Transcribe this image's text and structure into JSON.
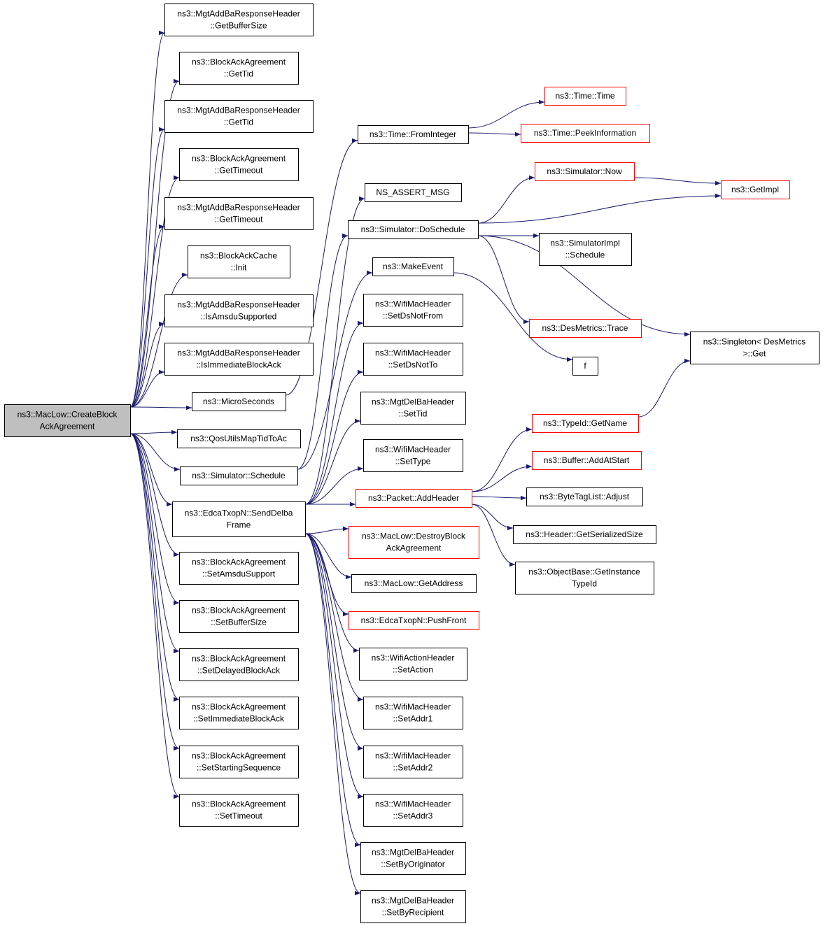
{
  "colors": {
    "edge": "#191970",
    "red_border": "#ff0000",
    "root_fill": "#bfbfbf"
  },
  "nodes": {
    "n0": {
      "lines": [
        "ns3::MacLow::CreateBlock",
        "AckAgreement"
      ],
      "style": "root"
    },
    "n1": {
      "lines": [
        "ns3::MgtAddBaResponseHeader",
        "::GetBufferSize"
      ]
    },
    "n2": {
      "lines": [
        "ns3::BlockAckAgreement",
        "::GetTid"
      ]
    },
    "n3": {
      "lines": [
        "ns3::MgtAddBaResponseHeader",
        "::GetTid"
      ]
    },
    "n4": {
      "lines": [
        "ns3::BlockAckAgreement",
        "::GetTimeout"
      ]
    },
    "n5": {
      "lines": [
        "ns3::MgtAddBaResponseHeader",
        "::GetTimeout"
      ]
    },
    "n6": {
      "lines": [
        "ns3::BlockAckCache",
        "::Init"
      ]
    },
    "n7": {
      "lines": [
        "ns3::MgtAddBaResponseHeader",
        "::IsAmsduSupported"
      ]
    },
    "n8": {
      "lines": [
        "ns3::MgtAddBaResponseHeader",
        "::IsImmediateBlockAck"
      ]
    },
    "n9": {
      "lines": [
        "ns3::MicroSeconds"
      ]
    },
    "n10": {
      "lines": [
        "ns3::QosUtilsMapTidToAc"
      ]
    },
    "n11": {
      "lines": [
        "ns3::Simulator::Schedule"
      ]
    },
    "n12": {
      "lines": [
        "ns3::EdcaTxopN::SendDelba",
        "Frame"
      ]
    },
    "n13": {
      "lines": [
        "ns3::BlockAckAgreement",
        "::SetAmsduSupport"
      ]
    },
    "n14": {
      "lines": [
        "ns3::BlockAckAgreement",
        "::SetBufferSize"
      ]
    },
    "n15": {
      "lines": [
        "ns3::BlockAckAgreement",
        "::SetDelayedBlockAck"
      ]
    },
    "n16": {
      "lines": [
        "ns3::BlockAckAgreement",
        "::SetImmediateBlockAck"
      ]
    },
    "n17": {
      "lines": [
        "ns3::BlockAckAgreement",
        "::SetStartingSequence"
      ]
    },
    "n18": {
      "lines": [
        "ns3::BlockAckAgreement",
        "::SetTimeout"
      ]
    },
    "n19": {
      "lines": [
        "ns3::Time::FromInteger"
      ]
    },
    "n20": {
      "lines": [
        "NS_ASSERT_MSG"
      ]
    },
    "n21": {
      "lines": [
        "ns3::Simulator::DoSchedule"
      ]
    },
    "n22": {
      "lines": [
        "ns3::MakeEvent"
      ]
    },
    "n23": {
      "lines": [
        "ns3::WifiMacHeader",
        "::SetDsNotFrom"
      ]
    },
    "n24": {
      "lines": [
        "ns3::WifiMacHeader",
        "::SetDsNotTo"
      ]
    },
    "n25": {
      "lines": [
        "ns3::MgtDelBaHeader",
        "::SetTid"
      ]
    },
    "n26": {
      "lines": [
        "ns3::WifiMacHeader",
        "::SetType"
      ]
    },
    "n27": {
      "lines": [
        "ns3::Packet::AddHeader"
      ],
      "style": "red"
    },
    "n28": {
      "lines": [
        "ns3::MacLow::DestroyBlock",
        "AckAgreement"
      ],
      "style": "red"
    },
    "n29": {
      "lines": [
        "ns3::MacLow::GetAddress"
      ]
    },
    "n30": {
      "lines": [
        "ns3::EdcaTxopN::PushFront"
      ],
      "style": "red"
    },
    "n31": {
      "lines": [
        "ns3::WifiActionHeader",
        "::SetAction"
      ]
    },
    "n32": {
      "lines": [
        "ns3::WifiMacHeader",
        "::SetAddr1"
      ]
    },
    "n33": {
      "lines": [
        "ns3::WifiMacHeader",
        "::SetAddr2"
      ]
    },
    "n34": {
      "lines": [
        "ns3::WifiMacHeader",
        "::SetAddr3"
      ]
    },
    "n35": {
      "lines": [
        "ns3::MgtDelBaHeader",
        "::SetByOriginator"
      ]
    },
    "n36": {
      "lines": [
        "ns3::MgtDelBaHeader",
        "::SetByRecipient"
      ]
    },
    "n37": {
      "lines": [
        "ns3::Time::Time"
      ],
      "style": "red"
    },
    "n38": {
      "lines": [
        "ns3::Time::PeekInformation"
      ],
      "style": "red"
    },
    "n39": {
      "lines": [
        "ns3::Simulator::Now"
      ],
      "style": "red"
    },
    "n40": {
      "lines": [
        "ns3::SimulatorImpl",
        "::Schedule"
      ]
    },
    "n41": {
      "lines": [
        "ns3::DesMetrics::Trace"
      ],
      "style": "red"
    },
    "n42": {
      "lines": [
        "f"
      ]
    },
    "n43": {
      "lines": [
        "ns3::GetImpl"
      ],
      "style": "red"
    },
    "n44": {
      "lines": [
        "ns3::Singleton< DesMetrics",
        ">::Get"
      ]
    },
    "n45": {
      "lines": [
        "ns3::TypeId::GetName"
      ],
      "style": "red"
    },
    "n46": {
      "lines": [
        "ns3::Buffer::AddAtStart"
      ],
      "style": "red"
    },
    "n47": {
      "lines": [
        "ns3::ByteTagList::Adjust"
      ]
    },
    "n48": {
      "lines": [
        "ns3::Header::GetSerializedSize"
      ]
    },
    "n49": {
      "lines": [
        "ns3::ObjectBase::GetInstance",
        "TypeId"
      ]
    }
  },
  "edges": [
    [
      "n0",
      "n1"
    ],
    [
      "n0",
      "n2"
    ],
    [
      "n0",
      "n3"
    ],
    [
      "n0",
      "n4"
    ],
    [
      "n0",
      "n5"
    ],
    [
      "n0",
      "n6"
    ],
    [
      "n0",
      "n7"
    ],
    [
      "n0",
      "n8"
    ],
    [
      "n0",
      "n9"
    ],
    [
      "n0",
      "n10"
    ],
    [
      "n0",
      "n11"
    ],
    [
      "n0",
      "n12"
    ],
    [
      "n0",
      "n13"
    ],
    [
      "n0",
      "n14"
    ],
    [
      "n0",
      "n15"
    ],
    [
      "n0",
      "n16"
    ],
    [
      "n0",
      "n17"
    ],
    [
      "n0",
      "n18"
    ],
    [
      "n9",
      "n19"
    ],
    [
      "n11",
      "n21"
    ],
    [
      "n11",
      "n22"
    ],
    [
      "n19",
      "n37"
    ],
    [
      "n19",
      "n38"
    ],
    [
      "n21",
      "n39"
    ],
    [
      "n21",
      "n43"
    ],
    [
      "n21",
      "n40"
    ],
    [
      "n21",
      "n41"
    ],
    [
      "n21",
      "n44"
    ],
    [
      "n39",
      "n43"
    ],
    [
      "n22",
      "n42"
    ],
    [
      "n12",
      "n20"
    ],
    [
      "n12",
      "n23"
    ],
    [
      "n12",
      "n24"
    ],
    [
      "n12",
      "n25"
    ],
    [
      "n12",
      "n26"
    ],
    [
      "n12",
      "n27"
    ],
    [
      "n12",
      "n28"
    ],
    [
      "n12",
      "n29"
    ],
    [
      "n12",
      "n30"
    ],
    [
      "n12",
      "n31"
    ],
    [
      "n12",
      "n32"
    ],
    [
      "n12",
      "n33"
    ],
    [
      "n12",
      "n34"
    ],
    [
      "n12",
      "n35"
    ],
    [
      "n12",
      "n36"
    ],
    [
      "n27",
      "n45"
    ],
    [
      "n27",
      "n46"
    ],
    [
      "n27",
      "n47"
    ],
    [
      "n27",
      "n48"
    ],
    [
      "n27",
      "n49"
    ],
    [
      "n45",
      "n44"
    ]
  ]
}
